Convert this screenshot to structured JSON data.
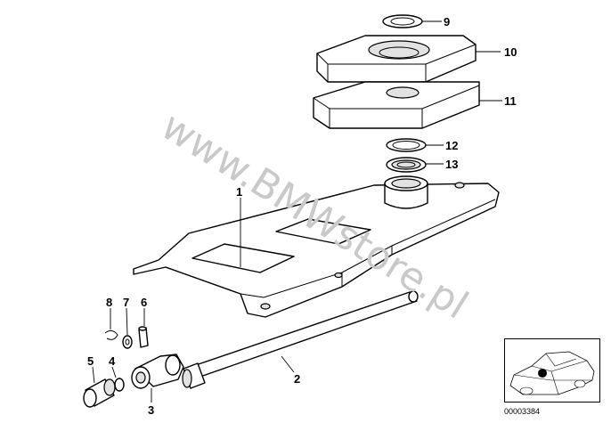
{
  "watermark": "www.BMWstore.pl",
  "callouts": [
    {
      "id": "1",
      "label": "1"
    },
    {
      "id": "2",
      "label": "2"
    },
    {
      "id": "3",
      "label": "3"
    },
    {
      "id": "4",
      "label": "4"
    },
    {
      "id": "5",
      "label": "5"
    },
    {
      "id": "6",
      "label": "6"
    },
    {
      "id": "7",
      "label": "7"
    },
    {
      "id": "8",
      "label": "8"
    },
    {
      "id": "9",
      "label": "9"
    },
    {
      "id": "10",
      "label": "10"
    },
    {
      "id": "11",
      "label": "11"
    },
    {
      "id": "12",
      "label": "12"
    },
    {
      "id": "13",
      "label": "13"
    }
  ],
  "inset": {
    "code": "00003384",
    "marker_color": "#000000"
  }
}
